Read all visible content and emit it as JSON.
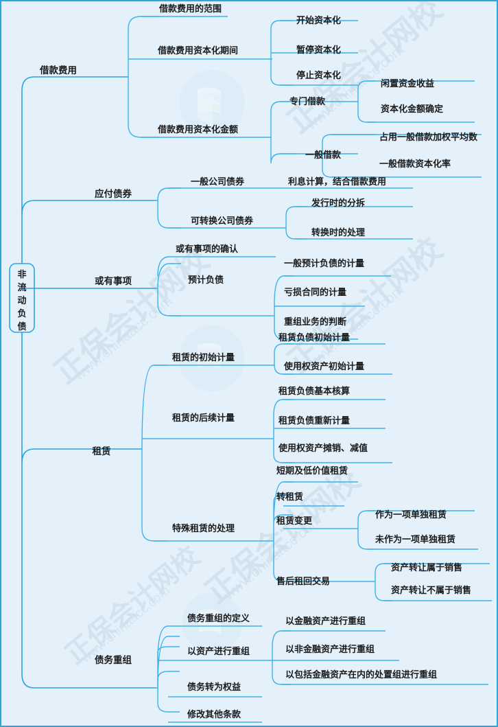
{
  "diagram": {
    "title": "非流动负债",
    "type": "mindmap",
    "background_color": "#e4f1fb",
    "line_color": "#3cb3e8",
    "border_color": "#2ba6e0",
    "text_color": "#1b1b1b"
  },
  "watermark": {
    "brand_text": "正保会计网校",
    "site_text": "www.chinaacc.com"
  },
  "root": {
    "label": "非流动负债",
    "characters": [
      "非",
      "流",
      "动",
      "负",
      "债"
    ]
  },
  "branches": [
    {
      "id": "borrowing-costs",
      "label": "借款费用",
      "children": [
        {
          "id": "scope",
          "label": "借款费用的范围",
          "children": []
        },
        {
          "id": "capitalization-period",
          "label": "借款费用资本化期间",
          "children": [
            {
              "id": "start-cap",
              "label": "开始资本化"
            },
            {
              "id": "pause-cap",
              "label": "暂停资本化"
            },
            {
              "id": "stop-cap",
              "label": "停止资本化"
            }
          ]
        },
        {
          "id": "capitalization-amount",
          "label": "借款费用资本化金额",
          "children": [
            {
              "id": "special-loan",
              "label": "专门借款",
              "children": [
                {
                  "id": "idle-income",
                  "label": "闲置资金收益"
                },
                {
                  "id": "cap-amount-determine",
                  "label": "资本化金额确定"
                }
              ]
            },
            {
              "id": "general-loan",
              "label": "一般借款",
              "children": [
                {
                  "id": "weighted-avg",
                  "label": "占用一般借款加权平均数"
                },
                {
                  "id": "general-cap-rate",
                  "label": "一般借款资本化率"
                }
              ]
            }
          ]
        }
      ]
    },
    {
      "id": "bonds-payable",
      "label": "应付债券",
      "children": [
        {
          "id": "ordinary-bond",
          "label": "一般公司债券",
          "children": [
            {
              "id": "interest-calc",
              "label": "利息计算，结合借款费用"
            }
          ]
        },
        {
          "id": "convertible-bond",
          "label": "可转换公司债券",
          "children": [
            {
              "id": "issue-split",
              "label": "发行时的分拆"
            },
            {
              "id": "conversion-treatment",
              "label": "转换时的处理"
            }
          ]
        }
      ]
    },
    {
      "id": "contingencies",
      "label": "或有事项",
      "children": [
        {
          "id": "contingency-recognition",
          "label": "或有事项的确认",
          "children": []
        },
        {
          "id": "estimated-liabilities",
          "label": "预计负债",
          "children": [
            {
              "id": "general-estimate",
              "label": "一般预计负债的计量"
            },
            {
              "id": "onerous-contract",
              "label": "亏损合同的计量"
            },
            {
              "id": "restructuring-judgement",
              "label": "重组业务的判断"
            }
          ]
        }
      ]
    },
    {
      "id": "leases",
      "label": "租赁",
      "children": [
        {
          "id": "initial-measurement",
          "label": "租赁的初始计量",
          "children": [
            {
              "id": "lease-liab-initial",
              "label": "租赁负债初始计量"
            },
            {
              "id": "rou-asset-initial",
              "label": "使用权资产初始计量"
            }
          ]
        },
        {
          "id": "subsequent-measurement",
          "label": "租赁的后续计量",
          "children": [
            {
              "id": "lease-liab-basic",
              "label": "租赁负债基本核算"
            },
            {
              "id": "lease-liab-remeasure",
              "label": "租赁负债重新计量"
            },
            {
              "id": "rou-amortize",
              "label": "使用权资产摊销、减值"
            }
          ]
        },
        {
          "id": "special-leases",
          "label": "特殊租赁的处理",
          "children": [
            {
              "id": "short-term-lease",
              "label": "短期及低价值租赁",
              "children": []
            },
            {
              "id": "sublease",
              "label": "转租赁",
              "children": []
            },
            {
              "id": "lease-modification",
              "label": "租赁变更",
              "children": [
                {
                  "id": "as-separate-lease",
                  "label": "作为一项单独租赁"
                },
                {
                  "id": "not-separate-lease",
                  "label": "未作为一项单独租赁"
                }
              ]
            },
            {
              "id": "sale-leaseback",
              "label": "售后租回交易",
              "children": [
                {
                  "id": "transfer-is-sale",
                  "label": "资产转让属于销售"
                },
                {
                  "id": "transfer-not-sale",
                  "label": "资产转让不属于销售"
                }
              ]
            }
          ]
        }
      ]
    },
    {
      "id": "debt-restructuring",
      "label": "债务重组",
      "children": [
        {
          "id": "restructuring-definition",
          "label": "债务重组的定义",
          "children": []
        },
        {
          "id": "restructure-with-assets",
          "label": "以资产进行重组",
          "children": [
            {
              "id": "financial-assets",
              "label": "以金融资产进行重组"
            },
            {
              "id": "non-financial-assets",
              "label": "以非金融资产进行重组"
            },
            {
              "id": "disposal-group",
              "label": "以包括金融资产在内的处置组进行重组"
            }
          ]
        },
        {
          "id": "debt-to-equity",
          "label": "债务转为权益",
          "children": []
        },
        {
          "id": "modify-other-terms",
          "label": "修改其他条款",
          "children": []
        }
      ]
    }
  ]
}
